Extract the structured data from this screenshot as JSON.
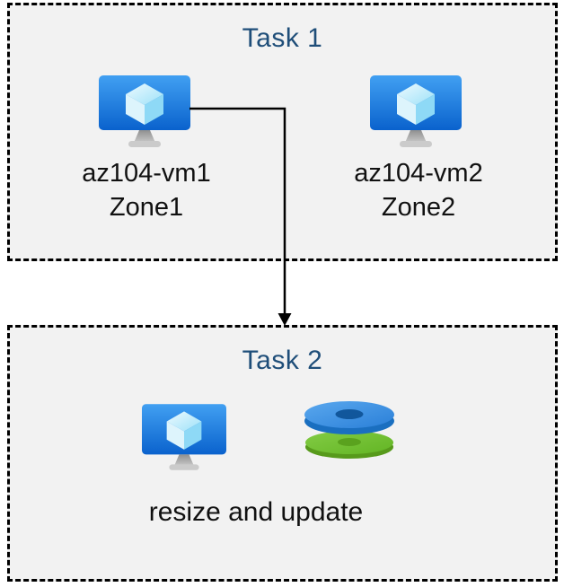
{
  "task1": {
    "title": "Task 1",
    "vms": [
      {
        "name": "az104-vm1",
        "zone": "Zone1",
        "icon": "virtual-machine-icon"
      },
      {
        "name": "az104-vm2",
        "zone": "Zone2",
        "icon": "virtual-machine-icon"
      }
    ]
  },
  "task2": {
    "title": "Task 2",
    "caption": "resize and update",
    "icons": [
      "virtual-machine-icon",
      "managed-disks-icon"
    ]
  },
  "arrow": {
    "from": "az104-vm1",
    "to": "Task 2 box",
    "color": "#000000"
  },
  "colors": {
    "box_fill": "#f2f2f2",
    "box_border": "#000000",
    "title_text": "#1f4e79",
    "body_text": "#111111",
    "vm_screen_top": "#41a0f2",
    "vm_screen_bottom": "#0a62cd",
    "cube_left_face": "#ddf4fc",
    "cube_right_face": "#8ed9f6",
    "disk_blue_top": "#3488dc",
    "disk_blue_side": "#1a6fc0",
    "disk_blue_hole": "#11579c",
    "disk_green_top": "#6cbf2b",
    "disk_green_side": "#579a1b",
    "disk_green_hole": "#5aa21e"
  }
}
